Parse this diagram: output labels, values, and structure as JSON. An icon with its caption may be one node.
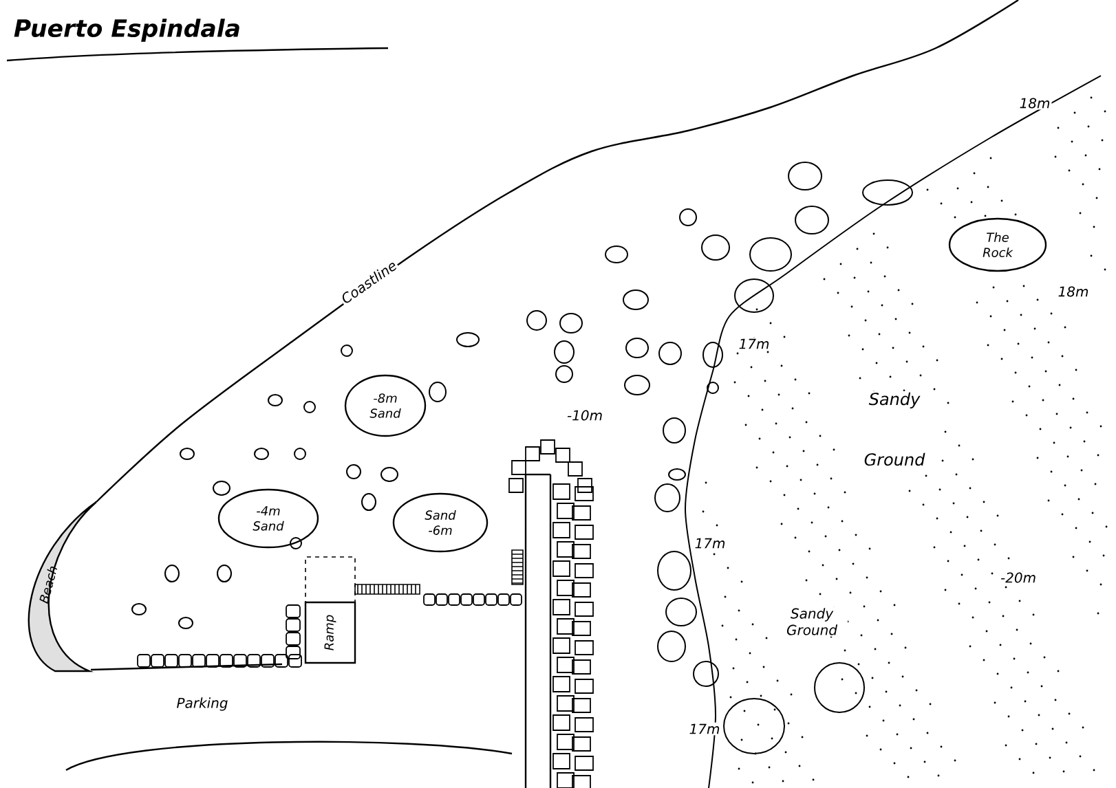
{
  "diagram": {
    "title": "Puerto Espindala",
    "nodes": [
      {
        "text": [
          "The Rock"
        ]
      },
      {
        "text": [
          "-8m Sand"
        ]
      },
      {
        "text": [
          "-4m Sand"
        ]
      },
      {
        "text": [
          "Sand -6m"
        ]
      },
      {
        "text": [
          "Ramp"
        ]
      },
      {
        "text": [
          "Beach"
        ]
      }
    ],
    "labels": [
      "18m",
      "Coastline",
      "18m",
      "17m",
      "Sandy Ground",
      "-10m",
      "17m",
      "-20m",
      "Sandy Ground",
      "Parking",
      "17m"
    ]
  }
}
